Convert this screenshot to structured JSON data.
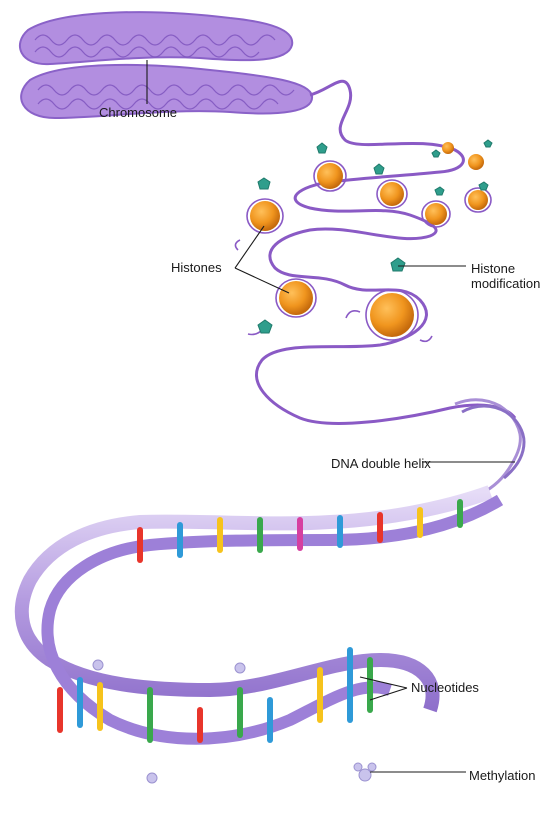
{
  "labels": {
    "chromosome": "Chromosome",
    "histones": "Histones",
    "histone_modification_line1": "Histone",
    "histone_modification_line2": "modification",
    "dna_double_helix": "DNA double helix",
    "nucleotides": "Nucleotides",
    "methylation": "Methylation"
  },
  "colors": {
    "chromatin_purple": "#9a6fcf",
    "dna_strand": "#a98fd6",
    "histone_orange": "#f0951e",
    "modification_teal": "#2f9e8c",
    "methyl_lavender": "#c9c3ec",
    "base_colors": [
      "#e8352b",
      "#2f9ad8",
      "#f6c31c",
      "#3aa84c",
      "#d63fa0"
    ]
  }
}
